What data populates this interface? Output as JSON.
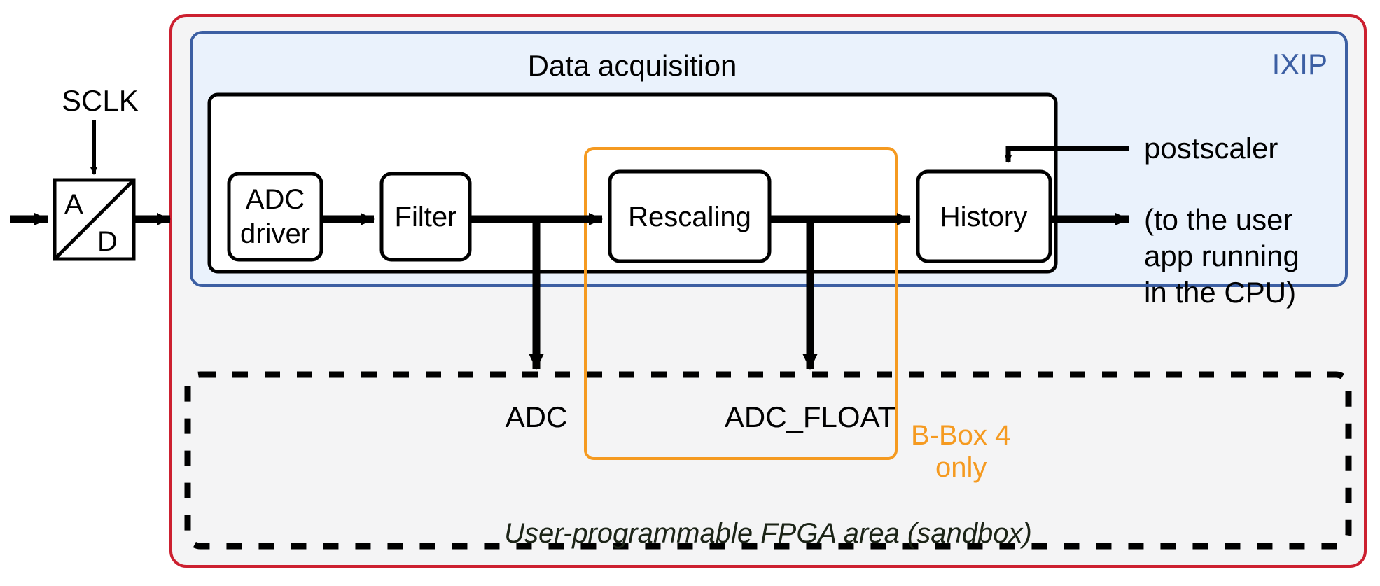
{
  "diagram": {
    "title_data_acquisition": "Data acquisition",
    "ixip_label": "IXIP",
    "sandbox_label": "User-programmable FPGA area (sandbox)",
    "bbox_note_line1": "B-Box 4",
    "bbox_note_line2": "only",
    "clock_label": "SCLK",
    "adc_symbol_top": "A",
    "adc_symbol_bottom": "D",
    "postscaler_label": "postscaler",
    "output_note_line1": "(to the user",
    "output_note_line2": "app running",
    "output_note_line3": "in the CPU)",
    "tap_adc_label": "ADC",
    "tap_adc_float_label": "ADC_FLOAT",
    "blocks": [
      {
        "id": "adc-driver",
        "line1": "ADC",
        "line2": "driver"
      },
      {
        "id": "filter",
        "line1": "Filter",
        "line2": ""
      },
      {
        "id": "rescaling",
        "line1": "Rescaling",
        "line2": ""
      },
      {
        "id": "history",
        "line1": "History",
        "line2": ""
      }
    ],
    "colors": {
      "chip_border_red": "#cc2030",
      "ixip_border_blue": "#3c5fa3",
      "ixip_fill_blue": "#eaf2fc",
      "chip_fill_gray": "#f4f4f5",
      "bbox_orange": "#f59a20",
      "block_stroke": "#000000",
      "sandbox_dash": "#000000"
    }
  }
}
